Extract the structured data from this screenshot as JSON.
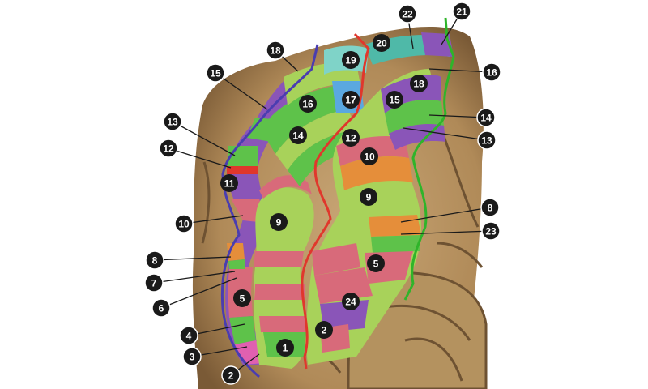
{
  "colors": {
    "background": "#ffffff",
    "brain_tissue": "#b89564",
    "brain_shadow": "#6e5232",
    "pink": "#d86a7a",
    "green": "#5ec24a",
    "light_green": "#a8d25a",
    "purple": "#8a55b8",
    "orange": "#e58e3a",
    "blue_outline": "#4a3db0",
    "red_outline": "#e0372c",
    "green_outline": "#2fb42a",
    "teal": "#4fb9a8",
    "cyan": "#7fd3c8",
    "light_blue": "#5aa8e0",
    "marker": "#1a1a1a"
  },
  "labels": {
    "left_1": "15",
    "left_2": "13",
    "left_3": "12",
    "left_4": "10",
    "left_5": "8",
    "left_6": "7",
    "left_7": "6",
    "left_8": "4",
    "left_9": "3",
    "left_10": "2",
    "right_1": "16",
    "right_2": "14",
    "right_3": "13",
    "right_4": "8",
    "right_5": "23",
    "top_1": "18",
    "top_2": "22",
    "top_3": "21",
    "in_1": "19",
    "in_2": "20",
    "in_3": "16",
    "in_4": "17",
    "in_5": "18",
    "in_6": "15",
    "in_7": "14",
    "in_8": "12",
    "in_9": "11",
    "in_10": "10",
    "in_11": "9",
    "in_12": "9",
    "in_13": "5",
    "in_14": "5",
    "in_15": "24",
    "in_16": "2",
    "in_17": "1"
  }
}
